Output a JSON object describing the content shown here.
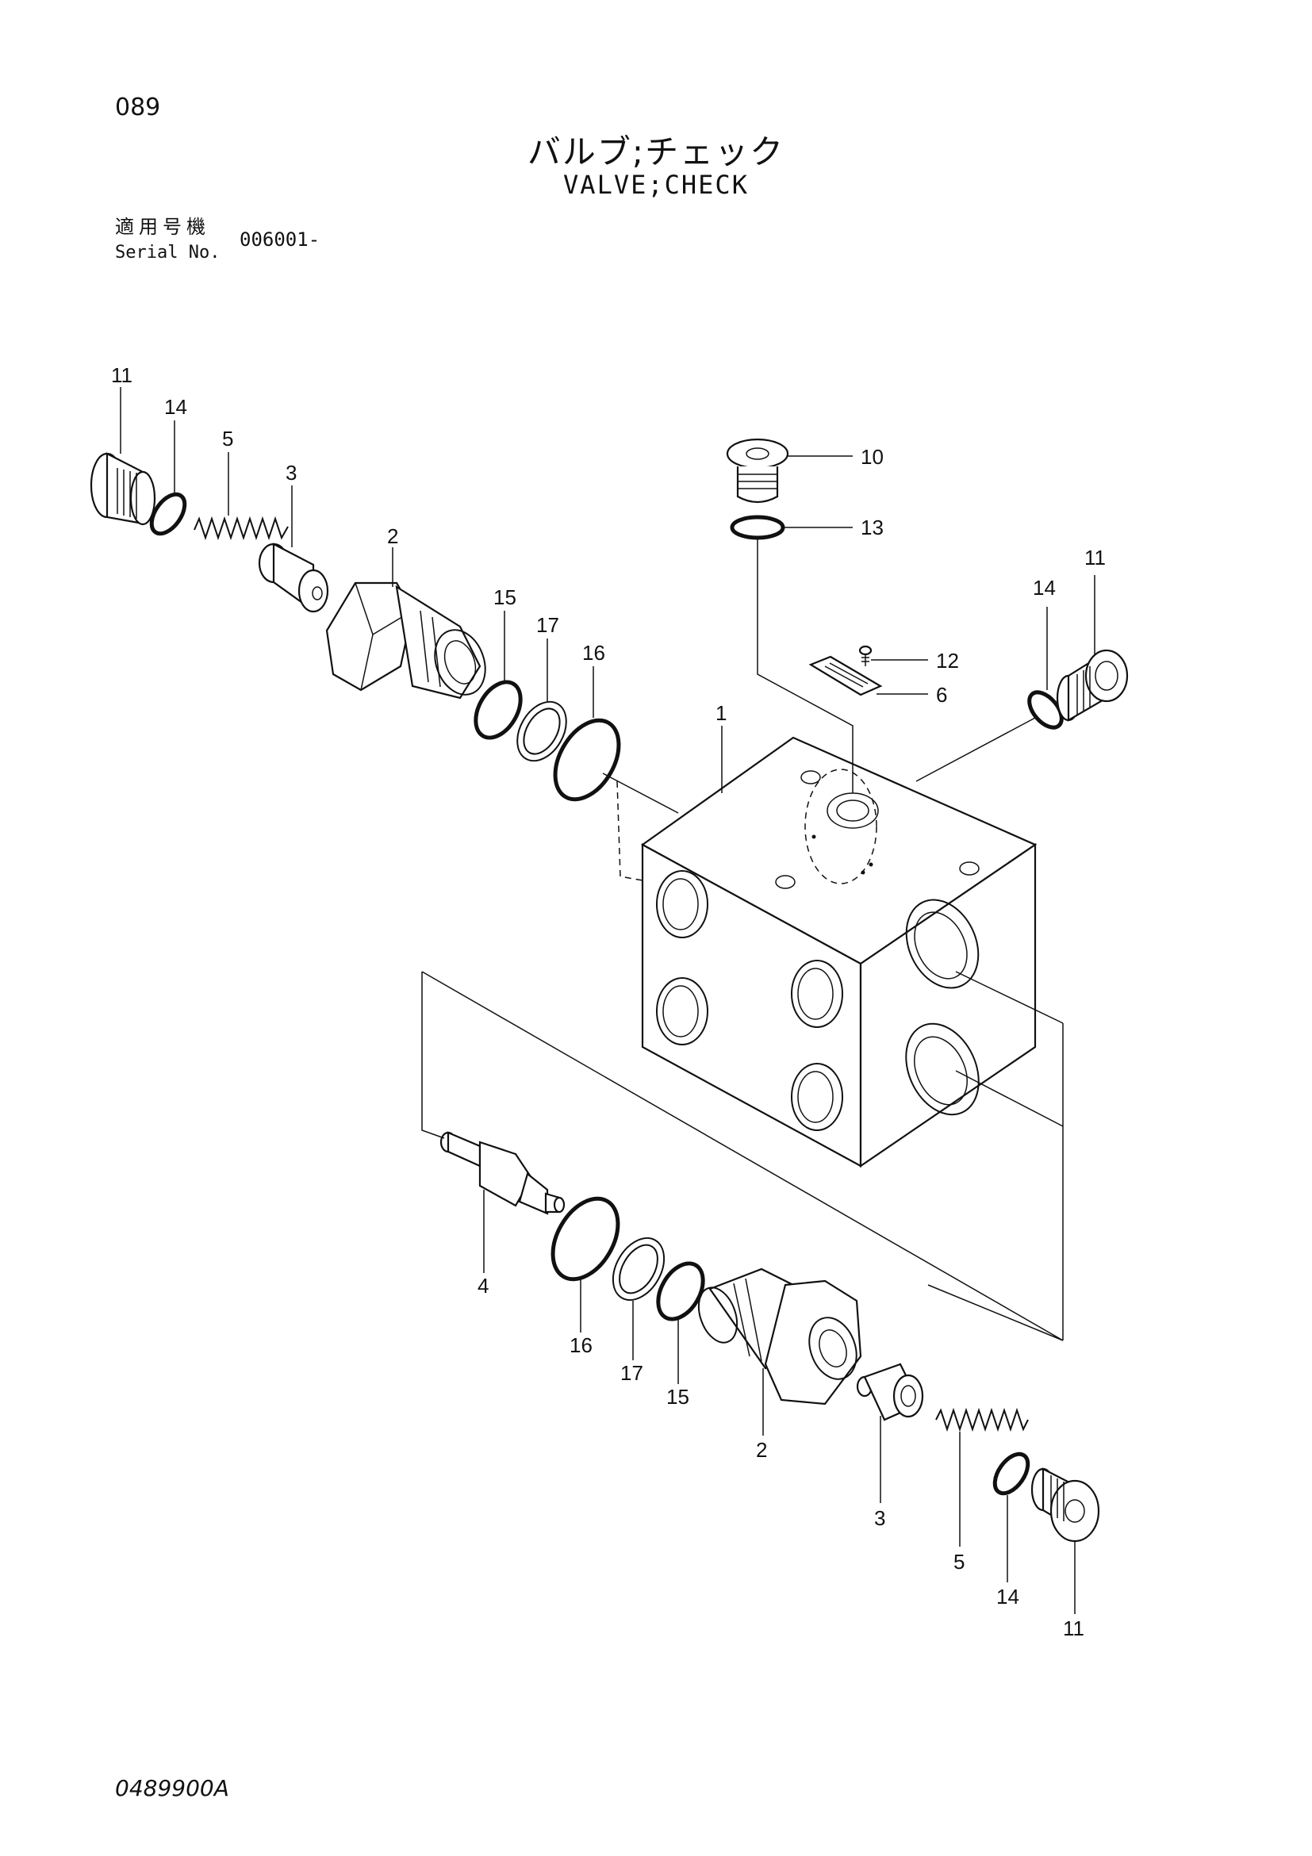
{
  "header": {
    "page_number": "089",
    "title_jp": "バルブ;チェック",
    "title_en": "VALVE;CHECK",
    "serial_label_jp": "適用号機",
    "serial_label_en": "Serial No.",
    "serial_value": "006001-"
  },
  "footer": {
    "doc_code": "0489900A"
  },
  "callouts": {
    "c1": "1",
    "c2a": "2",
    "c2b": "2",
    "c3a": "3",
    "c3b": "3",
    "c4": "4",
    "c5a": "5",
    "c5b": "5",
    "c6": "6",
    "c10": "10",
    "c11a": "11",
    "c11b": "11",
    "c11c": "11",
    "c12": "12",
    "c13": "13",
    "c14a": "14",
    "c14b": "14",
    "c14c": "14",
    "c15a": "15",
    "c15b": "15",
    "c16a": "16",
    "c16b": "16",
    "c17a": "17",
    "c17b": "17"
  }
}
